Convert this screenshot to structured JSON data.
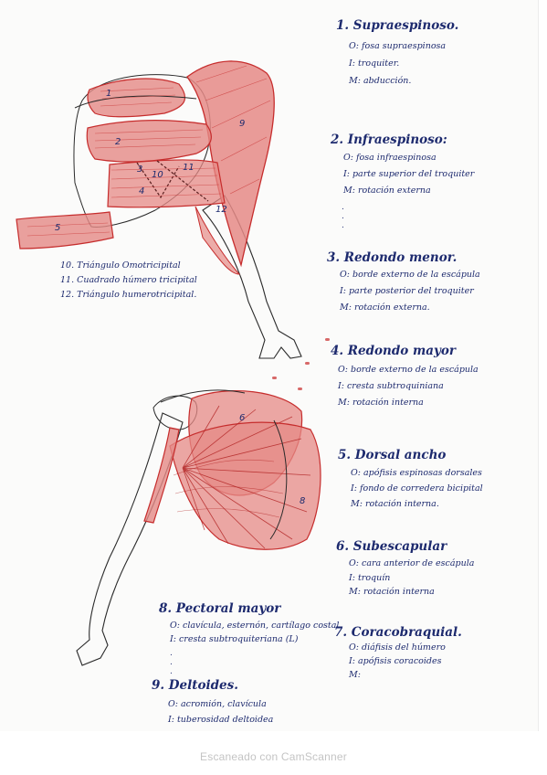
{
  "colors": {
    "ink": "#1d2a6e",
    "muscle": "#c62d2d",
    "muscle_fill": "#e58a86",
    "paper": "#fbfbfa",
    "footer": "#c4c4c4"
  },
  "muscles": [
    {
      "heading": "1. Supraespinoso.",
      "origin": "O: fosa supraespinosa",
      "insertion": "I: troquiter.",
      "action": "M: abducción."
    },
    {
      "heading": "2. Infraespinoso:",
      "origin": "O: fosa infraespinosa",
      "insertion": "I: parte superior del troquiter",
      "action": "M: rotación externa"
    },
    {
      "heading": "3. Redondo menor.",
      "origin": "O: borde externo de la escápula",
      "insertion": "I: parte posterior del troquiter",
      "action": "M: rotación externa."
    },
    {
      "heading": "4. Redondo mayor",
      "origin": "O: borde externo de la escápula",
      "insertion": "I: cresta subtroquiniana",
      "action": "M: rotación interna"
    },
    {
      "heading": "5. Dorsal ancho",
      "origin": "O: apófisis espinosas dorsales",
      "insertion": "I: fondo de corredera bicipital",
      "action": "M: rotación interna."
    },
    {
      "heading": "6. Subescapular",
      "origin": "O: cara anterior de escápula",
      "insertion": "I: troquín",
      "action": "M: rotación interna"
    },
    {
      "heading": "7. Coracobraquial.",
      "origin": "O: diáfisis del húmero",
      "insertion": "I: apófisis coracoides",
      "action": "M:"
    },
    {
      "heading": "8. Pectoral mayor",
      "origin": "O: clavícula, esternón, cartílago costal",
      "insertion": "I: cresta subtroquiteriana (L)"
    },
    {
      "heading": "9. Deltoides.",
      "origin": "O: acromión, clavícula",
      "insertion": "I: tuberosidad deltoidea"
    }
  ],
  "legend": [
    "10. Triángulo Omotricipital",
    "11. Cuadrado húmero tricipital",
    "12. Triángulo humerotricipital."
  ],
  "diagram_labels": {
    "top": [
      "1",
      "2",
      "3",
      "4",
      "5",
      "9",
      "11",
      "12",
      "10"
    ],
    "bottom": [
      "6",
      "8"
    ]
  },
  "footer": "Escaneado con CamScanner"
}
